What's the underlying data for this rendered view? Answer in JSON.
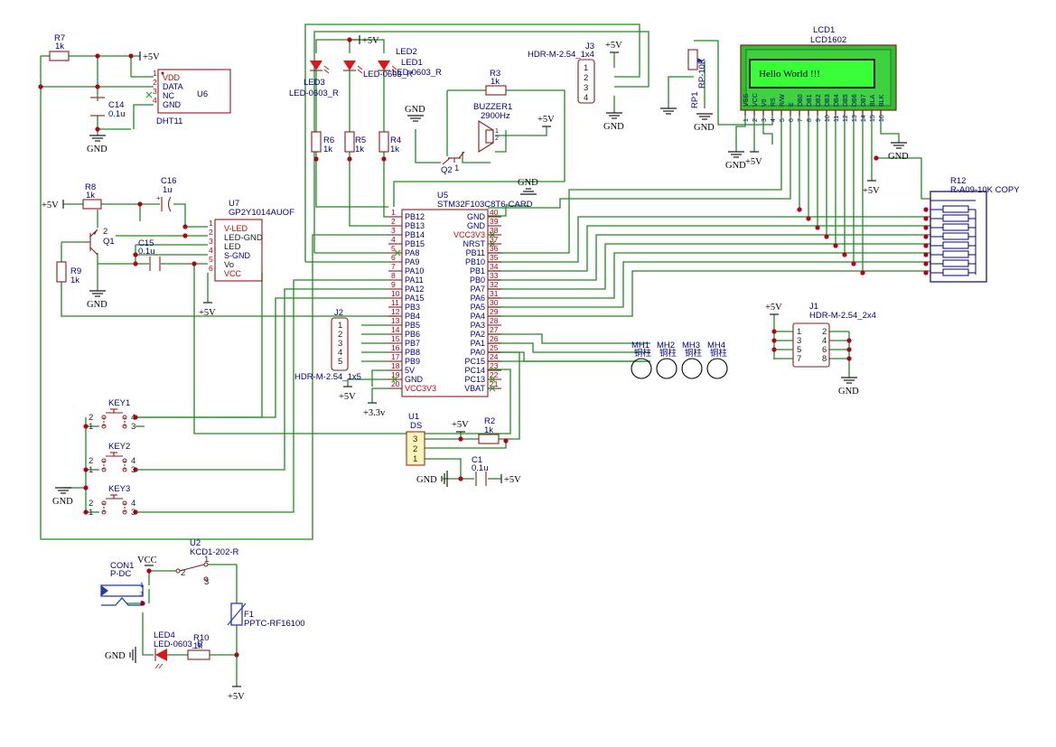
{
  "power_labels": {
    "vcc_plus5": "+5V",
    "gnd": "GND",
    "v3v3": "+3.3v",
    "vcc": "VCC"
  },
  "u5": {
    "ref": "U5",
    "value": "STM32F103C8T6-CARD",
    "left_pins": [
      {
        "num": "1",
        "name": "PB12"
      },
      {
        "num": "2",
        "name": "PB13"
      },
      {
        "num": "3",
        "name": "PB14"
      },
      {
        "num": "4",
        "name": "PB15"
      },
      {
        "num": "5",
        "name": "PA8"
      },
      {
        "num": "6",
        "name": "PA9"
      },
      {
        "num": "7",
        "name": "PA10"
      },
      {
        "num": "8",
        "name": "PA11"
      },
      {
        "num": "9",
        "name": "PA12"
      },
      {
        "num": "10",
        "name": "PA15"
      },
      {
        "num": "11",
        "name": "PB3"
      },
      {
        "num": "12",
        "name": "PB4"
      },
      {
        "num": "13",
        "name": "PB5"
      },
      {
        "num": "14",
        "name": "PB6"
      },
      {
        "num": "15",
        "name": "PB7"
      },
      {
        "num": "16",
        "name": "PB8"
      },
      {
        "num": "17",
        "name": "PB9"
      },
      {
        "num": "18",
        "name": "5V"
      },
      {
        "num": "19",
        "name": "GND"
      },
      {
        "num": "20",
        "name": "VCC3V3"
      }
    ],
    "right_pins": [
      {
        "num": "40",
        "name": "GND"
      },
      {
        "num": "39",
        "name": "GND"
      },
      {
        "num": "38",
        "name": "VCC3V3"
      },
      {
        "num": "37",
        "name": "NRST"
      },
      {
        "num": "36",
        "name": "PB11"
      },
      {
        "num": "35",
        "name": "PB10"
      },
      {
        "num": "34",
        "name": "PB1"
      },
      {
        "num": "33",
        "name": "PB0"
      },
      {
        "num": "32",
        "name": "PA7"
      },
      {
        "num": "31",
        "name": "PA6"
      },
      {
        "num": "30",
        "name": "PA5"
      },
      {
        "num": "29",
        "name": "PA4"
      },
      {
        "num": "28",
        "name": "PA3"
      },
      {
        "num": "27",
        "name": "PA2"
      },
      {
        "num": "26",
        "name": "PA1"
      },
      {
        "num": "25",
        "name": "PA0"
      },
      {
        "num": "24",
        "name": "PC15"
      },
      {
        "num": "23",
        "name": "PC14"
      },
      {
        "num": "22",
        "name": "PC13"
      },
      {
        "num": "21",
        "name": "VBAT"
      }
    ]
  },
  "lcd": {
    "ref": "LCD1",
    "value": "LCD1602",
    "display_text": "Hello World !!!",
    "pin_labels": [
      "VSS",
      "VCC",
      "V0",
      "RS",
      "R/W",
      "E",
      "DB0",
      "DB1",
      "DB2",
      "DB3",
      "DB4",
      "DB5",
      "DB6",
      "DB7",
      "BLA",
      "BLK"
    ],
    "pin_numbers": [
      "1",
      "2",
      "3",
      "4",
      "5",
      "6",
      "7",
      "8",
      "9",
      "10",
      "11",
      "12",
      "13",
      "14",
      "15",
      "16"
    ]
  },
  "u6": {
    "ref": "U6",
    "value": "DHT11",
    "pins": [
      "VDD",
      "DATA",
      "NC",
      "GND"
    ],
    "pin_numbers": [
      "1",
      "2",
      "3",
      "4"
    ]
  },
  "u7": {
    "ref": "U7",
    "value": "GP2Y1014AUOF",
    "pins": [
      "V-LED",
      "LED-GND",
      "LED",
      "S-GND",
      "Vo",
      "VCC"
    ],
    "pin_numbers": [
      "1",
      "2",
      "3",
      "4",
      "5",
      "6"
    ]
  },
  "j3": {
    "ref": "J3",
    "value": "HDR-M-2.54_1x4",
    "pins": [
      "1",
      "2",
      "3",
      "4"
    ]
  },
  "j2": {
    "ref": "J2",
    "value": "HDR-M-2.54_1x5",
    "pins": [
      "1",
      "2",
      "3",
      "4",
      "5"
    ]
  },
  "j1": {
    "ref": "J1",
    "value": "HDR-M-2.54_2x4",
    "pins_left": [
      "1",
      "3",
      "5",
      "7"
    ],
    "pins_right": [
      "2",
      "4",
      "6",
      "8"
    ]
  },
  "u1": {
    "ref": "U1",
    "value": "DS",
    "pins": [
      "3",
      "2",
      "1"
    ]
  },
  "u2": {
    "ref": "U2",
    "value": "KCD1-202-R",
    "pins": [
      "1",
      "2",
      "3"
    ]
  },
  "con1": {
    "ref": "CON1",
    "value": "P-DC",
    "pins": [
      "1",
      "3",
      "2"
    ]
  },
  "f1": {
    "ref": "F1",
    "value": "PPTC-RF16100"
  },
  "r12": {
    "ref": "R12",
    "value": "R-A09-10K COPY"
  },
  "rp1": {
    "ref": "RP1",
    "value": "RP-10K"
  },
  "buzzer": {
    "ref": "BUZZER1",
    "value": "2900Hz",
    "pins": [
      "1",
      "2"
    ]
  },
  "q1": {
    "ref": "Q1",
    "pins": [
      "2"
    ]
  },
  "q2": {
    "ref": "Q2",
    "pins": [
      "1"
    ]
  },
  "resistors": {
    "r7": {
      "ref": "R7",
      "value": "1k"
    },
    "r8": {
      "ref": "R8",
      "value": "1k"
    },
    "r9": {
      "ref": "R9",
      "value": "1k"
    },
    "r3": {
      "ref": "R3",
      "value": "1k"
    },
    "r4": {
      "ref": "R4",
      "value": "1k"
    },
    "r5": {
      "ref": "R5",
      "value": "1k"
    },
    "r6": {
      "ref": "R6",
      "value": "1k"
    },
    "r2": {
      "ref": "R2",
      "value": "1k"
    },
    "r10": {
      "ref": "R10",
      "value": "1k"
    }
  },
  "capacitors": {
    "c14": {
      "ref": "C14",
      "value": "0.1u"
    },
    "c16": {
      "ref": "C16",
      "value": "1u"
    },
    "c15": {
      "ref": "C15",
      "value": "0.1u"
    },
    "c1": {
      "ref": "C1",
      "value": "0.1u"
    }
  },
  "leds": {
    "led1": {
      "ref": "LED1",
      "value": "LED-0603_R"
    },
    "led2": {
      "ref": "LED2",
      "value": "LED-0603_R"
    },
    "led3": {
      "ref": "LED3",
      "value": "LED-0603_R"
    },
    "led4": {
      "ref": "LED4",
      "value": "LED-0603_R"
    }
  },
  "keys": {
    "key1": {
      "ref": "KEY1"
    },
    "key2": {
      "ref": "KEY2"
    },
    "key3": {
      "ref": "KEY3"
    },
    "pins": [
      "2",
      "1",
      "4",
      "3"
    ]
  },
  "mounting_holes": [
    {
      "ref": "MH1",
      "value": "铜柱"
    },
    {
      "ref": "MH2",
      "value": "铜柱"
    },
    {
      "ref": "MH3",
      "value": "铜柱"
    },
    {
      "ref": "MH4",
      "value": "铜柱"
    }
  ]
}
